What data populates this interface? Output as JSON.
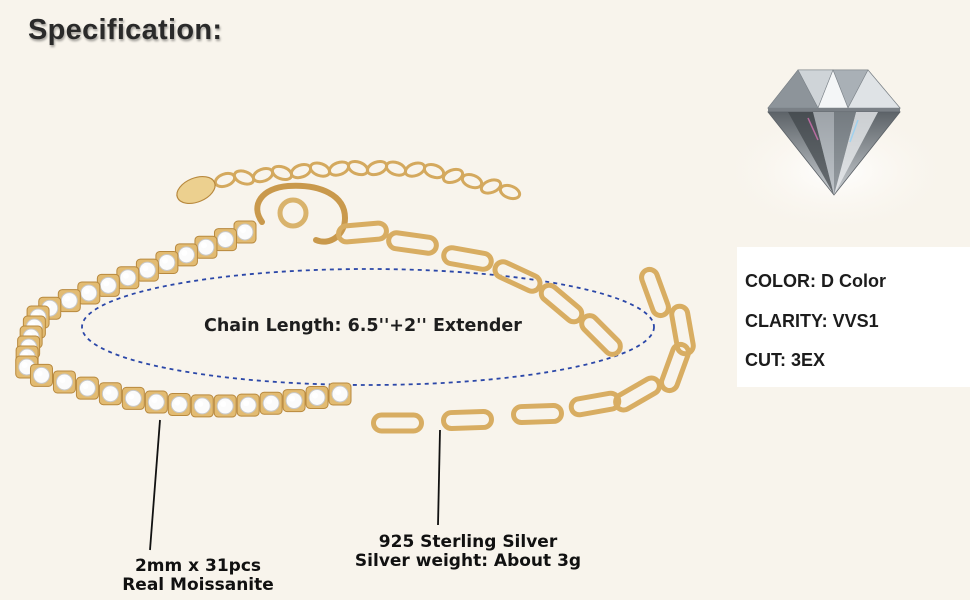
{
  "heading": "Specification:",
  "chain_length": "Chain Length: 6.5''+2'' Extender",
  "specs": [
    {
      "label": "COLOR: D Color"
    },
    {
      "label": "CLARITY: VVS1"
    },
    {
      "label": "CUT: 3EX"
    }
  ],
  "callouts": {
    "stones": {
      "line1": "2mm x 31pcs",
      "line2": "Real Moissanite"
    },
    "silver": {
      "line1": "925 Sterling Silver",
      "line2": "Silver weight: About 3g"
    }
  },
  "colors": {
    "background": "#f8f4ec",
    "gold": "#e2bb72",
    "gold_dark": "#b8893e",
    "dashed_oval": "#2b47a8",
    "spec_box": "#ffffff"
  },
  "icons": [
    "diamond-gem",
    "bracelet"
  ]
}
